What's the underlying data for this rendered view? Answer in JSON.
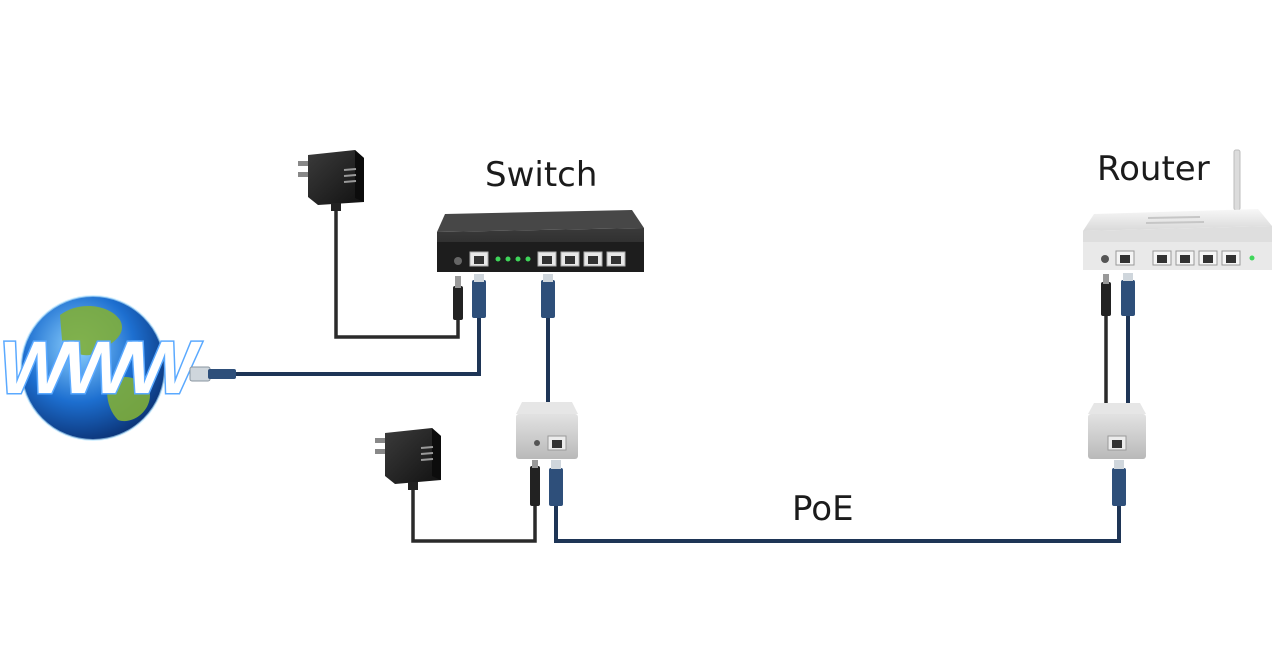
{
  "labels": {
    "switch": "Switch",
    "router": "Router",
    "poe": "PoE",
    "globe": "WWW"
  },
  "colors": {
    "ethernet_cable": "#1e3556",
    "power_cable": "#2a2a2a",
    "switch_body": "#2b2b2b",
    "router_body": "#e8e8e8",
    "poe_injector": "#d4d4d4",
    "port_led": "#3fd65a",
    "globe_ocean": "#1d6fd0",
    "globe_land": "#7fae3a"
  },
  "icons": {
    "globe": "globe-www-icon",
    "power_adapter": "power-adapter-icon",
    "switch": "network-switch-icon",
    "router": "wifi-router-icon",
    "poe_injector": "poe-injector-icon"
  }
}
